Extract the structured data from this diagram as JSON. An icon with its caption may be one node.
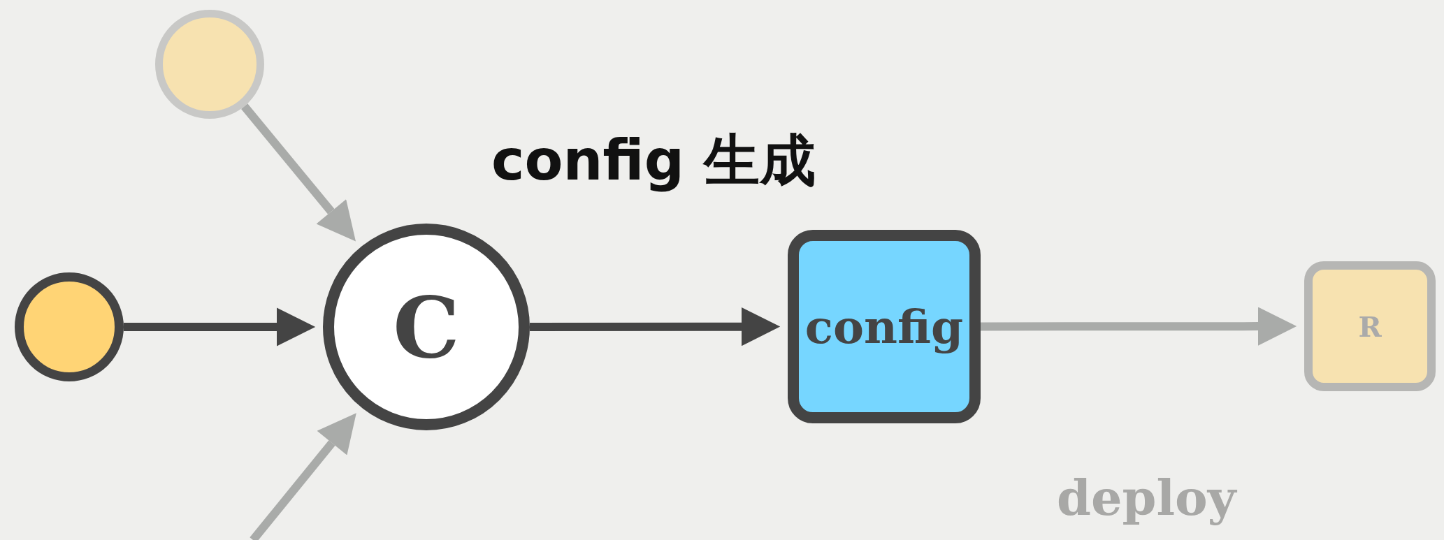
{
  "diagram": {
    "nodes": [
      {
        "text": [],
        "shape": "circle"
      },
      {
        "text": [],
        "shape": "circle"
      },
      {
        "text": [
          "C"
        ]
      },
      {
        "text": [
          "config"
        ]
      },
      {
        "text": [
          "R"
        ]
      }
    ],
    "edges": [
      {
        "from": 0,
        "to": 2,
        "arrow": "to"
      },
      {
        "from": 1,
        "to": 2,
        "arrow": "to",
        "color": "#444444"
      },
      {
        "from": null,
        "to": 2,
        "arrow": "to"
      },
      {
        "from": 2,
        "to": 3,
        "arrow": "to",
        "color": "#444444"
      },
      {
        "from": 3,
        "to": 4,
        "arrow": "to"
      }
    ],
    "labels": [
      "config 生成",
      "deploy"
    ]
  }
}
